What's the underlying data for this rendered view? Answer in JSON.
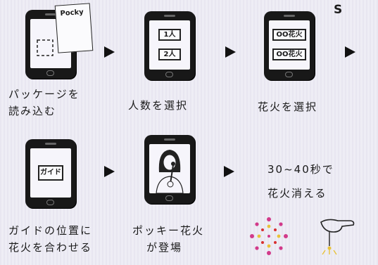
{
  "page_number": "S",
  "steps": [
    {
      "label_line1": "パッケージを",
      "label_line2": "読み込む",
      "screen_text": "Pocky"
    },
    {
      "label_line1": "人数を選択",
      "label_line2": "",
      "buttons": [
        "1人",
        "2人"
      ]
    },
    {
      "label_line1": "花火を選択",
      "label_line2": "",
      "buttons": [
        "OO花火",
        "OO花火"
      ]
    },
    {
      "label_line1": "ガイドの位置に",
      "label_line2": "花火を合わせる",
      "screen_text": "ガイド"
    },
    {
      "label_line1": "ポッキー花火",
      "label_line2": "が登場"
    },
    {
      "label_line1": "30~40秒で",
      "label_line2": "花火消える"
    }
  ],
  "colors": {
    "ink": "#1a1a1a",
    "firework_pink": "#d23a8a",
    "firework_yellow": "#e8c23a",
    "firework_red": "#d83030"
  }
}
